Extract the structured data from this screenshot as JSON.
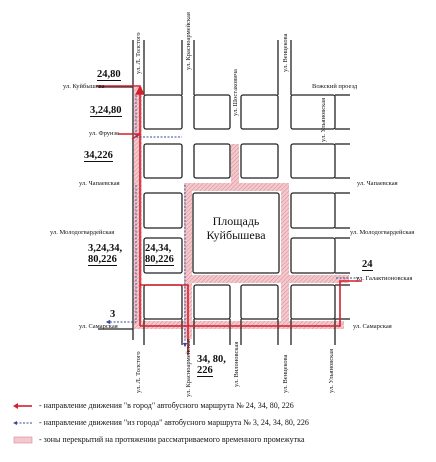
{
  "plaza": {
    "line1": "Площадь",
    "line2": "Куйбышева"
  },
  "streets": {
    "kuybysheva": "ул. Куйбышева",
    "vozhsky": "Вожский проезд",
    "frunze": "ул. Фрунзе",
    "chapaevskaya_left": "ул. Чапаевская",
    "chapaevskaya_right": "ул. Чапаевская",
    "molodogvardeyskaya_left": "ул. Молодогвардейская",
    "molodogvardeyskaya_right": "ул. Молодогвардейская",
    "galaktionovskaya": "ул. Галактионовская",
    "samarskaya_left": "ул. Самарская",
    "samarskaya_right": "ул. Самарская",
    "tolstogo_top": "ул. Л. Толстого",
    "tolstogo_bottom": "ул. Л. Толстого",
    "krasnoarmeyskaya_top": "ул. Красноармейская",
    "krasnoarmeyskaya_bottom": "ул. Красноармейская",
    "shostakovicha": "ул. Шостаковича",
    "venetsianova_top": "ул. Венцекова",
    "venetsianova_bottom": "ул. Венцекова",
    "ulyanovskaya_top": "ул. Ульяновская",
    "ulyanovskaya_bottom": "ул. Ульяновская",
    "vilonovskaya": "ул. Вилоновская"
  },
  "routes": {
    "r1": "24,80",
    "r2": "3,24,80",
    "r3": "34,226",
    "r4a": "3,24,34,",
    "r4b": "80,226",
    "r5a": "24,34,",
    "r5b": "80,226",
    "r6": "24",
    "r7": "3",
    "r8a": "34, 80,",
    "r8b": "226"
  },
  "legend": {
    "to_city": "- направление движения \"в город\" автобусного маршрута № 24, 34, 80, 226",
    "from_city": "- направление движения \"из города\" автобусного маршрута № 3, 24, 34, 80, 226",
    "zones": "- зоны перекрытий на протяжении рассматриваемого временного промежутка"
  },
  "colors": {
    "road": "#222222",
    "closure": "#e9a7ad",
    "to_city_arrow": "#d4202c",
    "from_city_arrow": "#3a4a9a"
  }
}
